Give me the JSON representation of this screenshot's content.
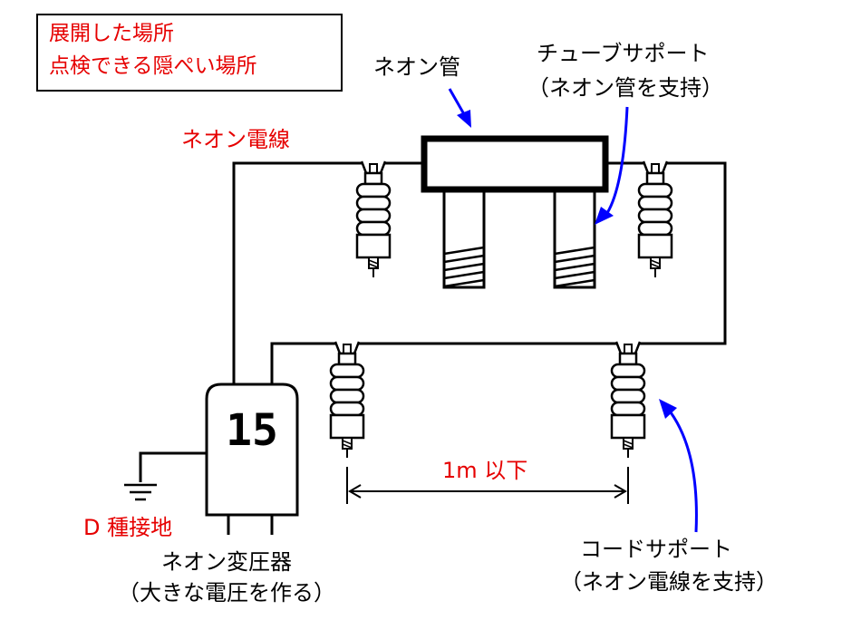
{
  "location": {
    "line1": "展開した場所",
    "line2": "点検できる隠ぺい場所"
  },
  "labels": {
    "neon_tube": "ネオン管",
    "tube_support_line1": "チューブサポート",
    "tube_support_line2": "（ネオン管を支持）",
    "neon_wire": "ネオン電線",
    "transformer_rating": "15",
    "ground": "D 種接地",
    "transformer_line1": "ネオン変圧器",
    "transformer_line2": "（大きな電圧を作る）",
    "spacing": "1m 以下",
    "cord_support_line1": "コードサポート",
    "cord_support_line2": "（ネオン電線を支持）"
  },
  "colors": {
    "highlight_text": "#e60000",
    "arrow": "#0000ff",
    "line": "#000000"
  }
}
